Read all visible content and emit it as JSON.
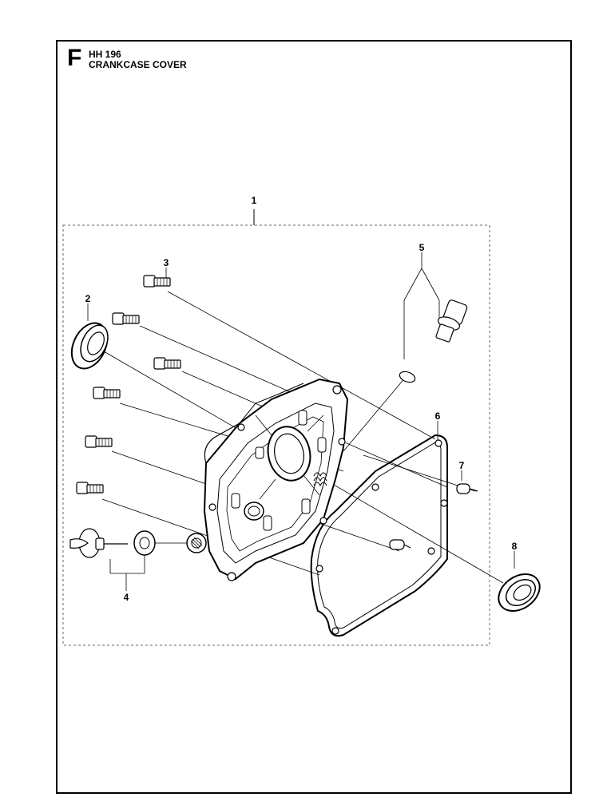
{
  "header": {
    "section_letter": "F",
    "model": "HH 196",
    "title": "CRANKCASE COVER"
  },
  "callouts": [
    "1",
    "2",
    "3",
    "4",
    "5",
    "6",
    "7",
    "8"
  ]
}
